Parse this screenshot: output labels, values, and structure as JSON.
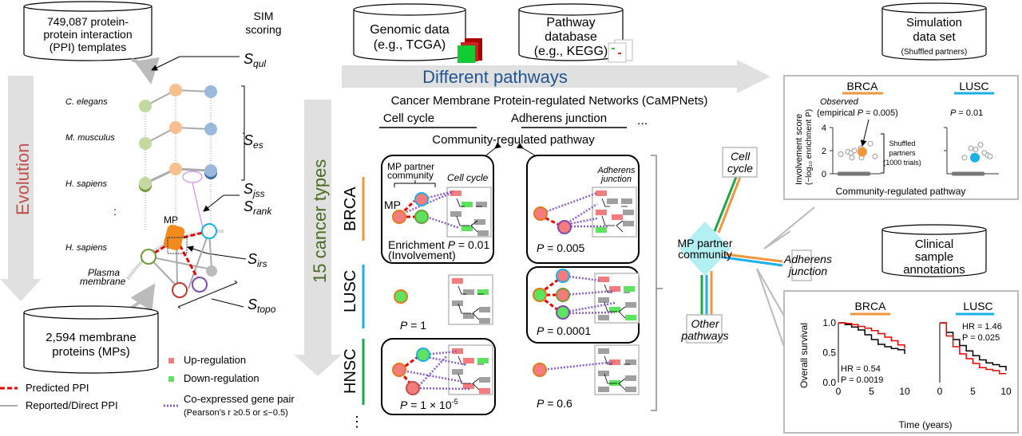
{
  "left_panel": {
    "ppi_db": [
      "749,087 protein-",
      "protein interaction",
      "(PPI) templates"
    ],
    "sim_scoring": [
      "SIM",
      "scoring"
    ],
    "scores": {
      "qul": "qul",
      "es": "es",
      "jss": "jss",
      "rank": "rank",
      "irs": "irs",
      "topo": "topo"
    },
    "species": [
      "C. elegans",
      "M. musculus",
      "H. sapiens",
      "H. sapiens"
    ],
    "ellipsis": ":",
    "mp_label": "MP",
    "membrane_label": [
      "Plasma",
      "membrane"
    ],
    "evolution": "Evolution",
    "mp_db": [
      "2,594 membrane",
      "proteins (MPs)"
    ],
    "legend": {
      "up": "Up-regulation",
      "down": "Down-regulation",
      "predicted": "Predicted PPI",
      "reported": "Reported/Direct PPI",
      "coexp": "Co-expressed gene pair",
      "coexp_note": "(Pearson’s r ≥0.5 or ≤−0.5)"
    }
  },
  "middle_panel": {
    "genomic_db": [
      "Genomic data",
      "(e.g., TCGA)"
    ],
    "pathway_db": [
      "Pathway",
      "database",
      "(e.g., KEGG)"
    ],
    "different_pathways": "Different pathways",
    "cancer_types": "15 cancer types",
    "campnets_title": "Cancer Membrane Protein-regulated Networks (CaMPNets)",
    "col_headers": [
      "Cell cycle",
      "Adherens junction"
    ],
    "more": "...",
    "community_regulated": "Community-regulated pathway",
    "rows": [
      {
        "cancer": "BRCA",
        "color": "#f0963c",
        "cell_cycle_p": "= 0.01",
        "adherens_p": "= 0.005"
      },
      {
        "cancer": "LUSC",
        "color": "#1ab0e8",
        "cell_cycle_p": "= 1",
        "adherens_p": "= 0.0001"
      },
      {
        "cancer": "HNSC",
        "color": "#1ea64a",
        "cell_cycle_p": "= 1 × 10",
        "cell_cycle_exp": "-5",
        "adherens_p": "= 0.6"
      }
    ],
    "cell_labels": {
      "mp_partner": [
        "MP partner",
        "community"
      ],
      "mp": "MP",
      "cell_cycle": "Cell cycle",
      "adherens": [
        "Adherens",
        "junction"
      ],
      "enrichment": "Enrichment",
      "involvement": "(Involvement)",
      "p": "P"
    },
    "dots": "⋮"
  },
  "network": {
    "center": [
      "MP partner",
      "community"
    ],
    "cell_cycle": [
      "Cell",
      "cycle"
    ],
    "adherens": [
      "Adherens",
      "junction"
    ],
    "other": [
      "Other",
      "pathways"
    ]
  },
  "right_panel": {
    "sim_db": [
      "Simulation",
      "data set",
      "(Shuffled partners)"
    ],
    "clinical_db": [
      "Clinical",
      "sample",
      "annotations"
    ],
    "involvement_plot": {
      "brca": "BRCA",
      "lusc": "LUSC",
      "observed": "Observed",
      "empirical": "(empirical ",
      "empirical_p": " = 0.005)",
      "lusc_p": " = 0.01",
      "shuffled": [
        "Shuffled",
        "partners",
        "(1000 trials)"
      ],
      "ylabel": [
        "Involvement score",
        "(−log₁₀ enrichment P)"
      ],
      "xlabel": "Community-regulated pathway",
      "yticks": [
        "0",
        "2",
        "4"
      ]
    },
    "survival_plot": {
      "brca": "BRCA",
      "lusc": "LUSC",
      "ylabel": "Overall survival",
      "xlabel": "Time (years)",
      "yticks": [
        "0.0",
        "0.5",
        "1.0"
      ],
      "xticks": [
        "0",
        "5",
        "10"
      ],
      "brca_hr": "HR = 0.54",
      "brca_p": "P = 0.0019",
      "lusc_hr": "HR = 1.46",
      "lusc_p": "P = 0.025"
    }
  },
  "chart_data": [
    {
      "type": "scatter",
      "title": "BRCA",
      "ylabel": "Involvement score (−log10 enrichment P)",
      "xlabel": "Community-regulated pathway",
      "ylim": [
        0,
        4
      ],
      "observed": 1.9,
      "shuffled_points": [
        1.9,
        1.8,
        2.2,
        2.6,
        1.4,
        1.4,
        1.7,
        1.5,
        2.0
      ]
    },
    {
      "type": "scatter",
      "title": "LUSC",
      "ylim": [
        0,
        4
      ],
      "observed": 1.4,
      "shuffled_points": [
        2.2,
        2.5,
        1.8,
        1.6,
        1.4,
        1.5,
        2.1
      ]
    },
    {
      "type": "line",
      "title": "BRCA survival",
      "xlabel": "Time (years)",
      "ylabel": "Overall survival",
      "xlim": [
        0,
        10
      ],
      "ylim": [
        0,
        1
      ],
      "series": [
        {
          "name": "black",
          "x": [
            0,
            1,
            2,
            3,
            4,
            5,
            6,
            7,
            8,
            9,
            10
          ],
          "y": [
            1.0,
            0.97,
            0.93,
            0.88,
            0.8,
            0.72,
            0.64,
            0.6,
            0.57,
            0.55,
            0.48
          ]
        },
        {
          "name": "red",
          "x": [
            0,
            1,
            2,
            3,
            4,
            5,
            6,
            7,
            8,
            9,
            10
          ],
          "y": [
            1.0,
            0.99,
            0.97,
            0.94,
            0.91,
            0.87,
            0.82,
            0.76,
            0.7,
            0.63,
            0.57
          ]
        }
      ]
    },
    {
      "type": "line",
      "title": "LUSC survival",
      "xlim": [
        0,
        10
      ],
      "ylim": [
        0,
        1
      ],
      "series": [
        {
          "name": "black",
          "x": [
            0,
            1,
            2,
            3,
            4,
            5,
            6,
            7,
            8,
            9,
            10
          ],
          "y": [
            1.0,
            0.84,
            0.72,
            0.62,
            0.53,
            0.45,
            0.38,
            0.33,
            0.3,
            0.27,
            0.2
          ]
        },
        {
          "name": "red",
          "x": [
            0,
            1,
            2,
            3,
            4,
            5,
            6,
            7,
            8,
            9,
            10
          ],
          "y": [
            1.0,
            0.78,
            0.6,
            0.48,
            0.4,
            0.32,
            0.25,
            0.22,
            0.2,
            0.15,
            0.15
          ]
        }
      ]
    }
  ]
}
